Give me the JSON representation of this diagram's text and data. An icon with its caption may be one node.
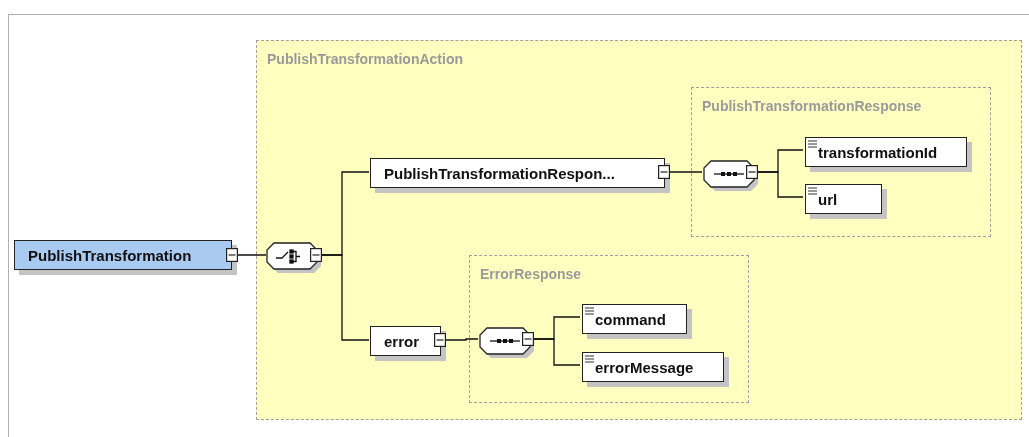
{
  "diagram": {
    "nodes": [
      {
        "text": [
          "PublishTransformation"
        ]
      },
      {
        "text": [
          "PublishTransformationAction"
        ]
      },
      {
        "text": [],
        "shape": "octagon",
        "in": 1
      },
      {
        "text": [
          "PublishTransformationRespon..."
        ],
        "in": 1
      },
      {
        "text": [
          "PublishTransformationResponse"
        ],
        "in": 1
      },
      {
        "text": [],
        "shape": "octagon",
        "in": 4
      },
      {
        "text": [
          "transformationId"
        ],
        "in": 4
      },
      {
        "text": [
          "url"
        ],
        "in": 4
      },
      {
        "text": [
          "error"
        ],
        "in": 1
      },
      {
        "text": [
          "ErrorResponse"
        ],
        "in": 1
      },
      {
        "text": [],
        "shape": "octagon",
        "in": 9
      },
      {
        "text": [
          "command"
        ],
        "in": 9
      },
      {
        "text": [
          "errorMessage"
        ],
        "in": 9
      }
    ],
    "edges": [
      {
        "from": 0,
        "to": 2,
        "arrow": "none"
      },
      {
        "from": 2,
        "to": 3,
        "arrow": "none"
      },
      {
        "from": 2,
        "to": 8,
        "arrow": "none"
      },
      {
        "from": 3,
        "to": 5,
        "arrow": "none"
      },
      {
        "from": 5,
        "to": 6,
        "arrow": "none"
      },
      {
        "from": 5,
        "to": 7,
        "arrow": "none"
      },
      {
        "from": 8,
        "to": 10,
        "arrow": "none"
      },
      {
        "from": 10,
        "to": 11,
        "arrow": "none"
      },
      {
        "from": 10,
        "to": 12,
        "arrow": "none"
      }
    ]
  }
}
